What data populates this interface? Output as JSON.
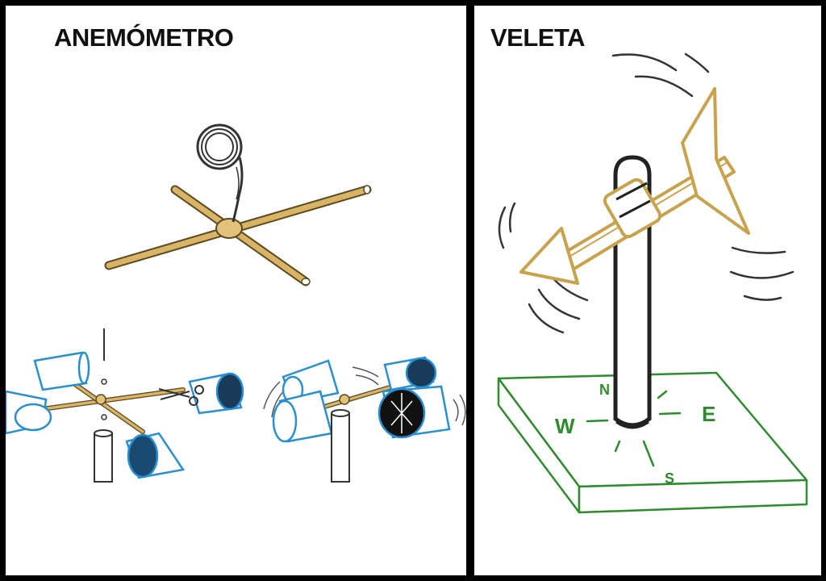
{
  "panels": [
    {
      "title": "ANEMÓMETRO"
    },
    {
      "title": "VELETA"
    }
  ],
  "compass": {
    "north": "N",
    "south": "S",
    "east": "E",
    "west": "W"
  },
  "colors": {
    "frame": "#000000",
    "stick": "#c9a24e",
    "cup_outline": "#2a8fd0",
    "base_outline": "#2e8b2e",
    "ink": "#1a1a1a"
  }
}
